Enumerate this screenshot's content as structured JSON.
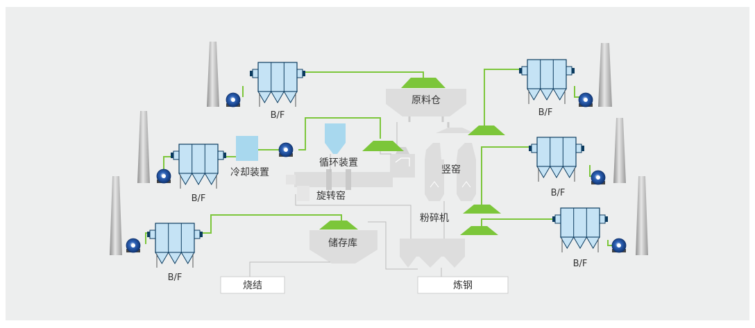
{
  "labels": {
    "bf": "B/F",
    "raw_silo": "原料仓",
    "shaft_kiln": "竖窑",
    "rotary_kiln": "旋转窑",
    "circulation": "循环装置",
    "cooling": "冷却装置",
    "storage": "储存库",
    "crusher": "粉碎机",
    "sintering": "烧结",
    "steelmaking": "炼钢"
  },
  "colors": {
    "background": "#edeeee",
    "green_line": "#7cc63a",
    "green_hopper": "#7cc63a",
    "filter_body": "#c5e3f5",
    "filter_outline": "#0a3a5e",
    "cooling_box": "#a8d8ee",
    "process_gray": "#dddddd",
    "connector_gray": "#bbbbbb",
    "stack_gray": "#b9b9b9",
    "fan_blue": "#1a4e9a"
  },
  "icons": [
    "chimney-icon",
    "fan-icon",
    "bag-filter-icon",
    "hopper-icon"
  ]
}
